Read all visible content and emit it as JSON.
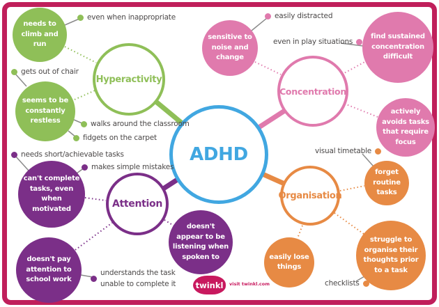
{
  "center": {
    "label": "ADHD"
  },
  "branches": {
    "hyperactivity": {
      "label": "Hyperactivity",
      "bubble_climb": "needs to climb and run",
      "bubble_restless": "seems to be constantly restless",
      "note_inappropriate": "even when inappropriate",
      "note_chair": "gets out of chair",
      "note_walks": "walks around the classroom",
      "note_fidgets": "fidgets on the carpet"
    },
    "concentration": {
      "label": "Concentration",
      "bubble_noise": "sensitive to noise and change",
      "bubble_sustained": "find sustained concentration difficult",
      "bubble_avoids": "actively avoids tasks that require focus",
      "note_distracted": "easily distracted",
      "note_play": "even in play situations"
    },
    "attention": {
      "label": "Attention",
      "bubble_complete": "can't complete tasks, even when motivated",
      "bubble_school": "doesn't pay attention to school work",
      "bubble_listening": "doesn't appear to be listening when spoken to",
      "note_short": "needs short/achievable tasks",
      "note_mistakes": "makes simple mistakes",
      "note_understands": "understands the task\nunable to complete it"
    },
    "organisation": {
      "label": "Organisation",
      "bubble_forget": "forget routine tasks",
      "bubble_lose": "easily lose things",
      "bubble_struggle": "struggle to organise their thoughts prior to a task",
      "note_timetable": "visual timetable",
      "note_checklists": "checklists"
    }
  },
  "footer": {
    "logo": "twinkl",
    "visit": "visit twinkl.com"
  },
  "colors": {
    "green": "#8fbf58",
    "pink": "#e07aad",
    "purple": "#7b2f88",
    "orange": "#e78a44",
    "blue": "#41a7e1",
    "frame": "#c01f5b",
    "note_text": "#4b4848"
  }
}
